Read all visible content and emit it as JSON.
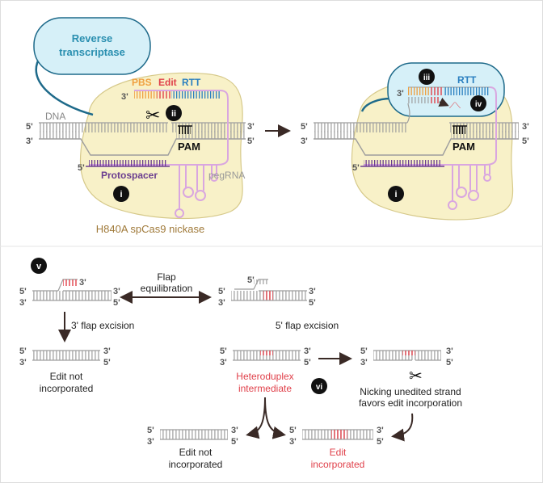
{
  "labels": {
    "reverse_transcriptase_line1": "Reverse",
    "reverse_transcriptase_line2": "transcriptase",
    "pbs": "PBS",
    "edit": "Edit",
    "rtt": "RTT",
    "dna": "DNA",
    "pam": "PAM",
    "protospacer": "Protospacer",
    "pegrna": "pegRNA",
    "nickase": "H840A spCas9 nickase",
    "five_prime": "5'",
    "three_prime": "3'",
    "rtt_right": "RTT",
    "pam_right": "PAM"
  },
  "steps": {
    "i": "i",
    "ii": "ii",
    "iii": "iii",
    "iv": "iv",
    "v": "v",
    "vi": "vi"
  },
  "lower": {
    "flap_equilibration_line1": "Flap",
    "flap_equilibration_line2": "equilibration",
    "three_flap_excision": "3' flap excision",
    "five_flap_excision": "5' flap excision",
    "edit_not_incorporated_1_line1": "Edit not",
    "edit_not_incorporated_1_line2": "incorporated",
    "heteroduplex_line1": "Heteroduplex",
    "heteroduplex_line2": "intermediate",
    "nicking_line1": "Nicking unedited strand",
    "nicking_line2": "favors edit incorporation",
    "edit_not_incorporated_2_line1": "Edit not",
    "edit_not_incorporated_2_line2": "incorporated",
    "edit_incorporated_line1": "Edit",
    "edit_incorporated_line2": "incorporated"
  },
  "colors": {
    "dna": "#9e9e9e",
    "protospacer": "#6a3d8f",
    "pegrna": "#d9a6e0",
    "pbs": "#f0a040",
    "edit": "#e0404a",
    "rtt": "#2a7fc0",
    "rt_fill": "#d6f0f8",
    "rt_stroke": "#1e6a8a",
    "cas9_fill": "#f8f1c8",
    "cas9_stroke": "#d6c98a",
    "nickase_text": "#a07a3a",
    "badge": "#111111",
    "red_text": "#e0404a"
  }
}
